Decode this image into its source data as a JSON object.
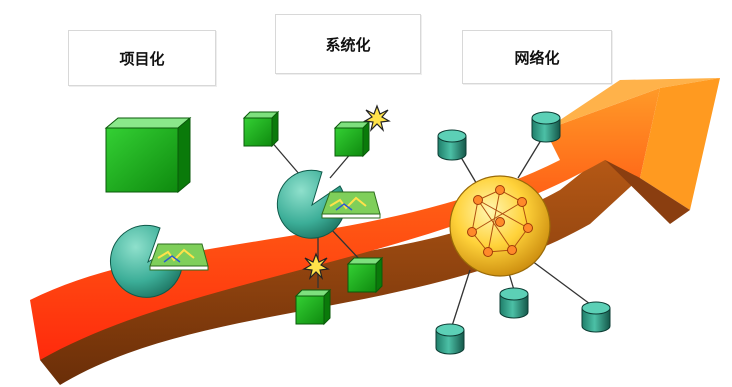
{
  "stages": [
    {
      "label": "项目化"
    },
    {
      "label": "系统化"
    },
    {
      "label": "网络化"
    }
  ],
  "colors": {
    "arrow_top": "#ff8c1a",
    "arrow_mid": "#ff5a14",
    "arrow_bottom": "#ff2f10",
    "arrow_side": "#9c4a12",
    "arrow_head": "#ffa52a",
    "module_green": "#18b418",
    "module_green_dark": "#0a6e0a",
    "cylinder_teal": "#2a9c84",
    "cylinder_teal_dark": "#165e50",
    "pie_teal": "#3cae98",
    "map_green": "#7fcf5a",
    "network_gold": "#ffd23a",
    "node_orange": "#ff8a2a",
    "link_gray": "#333333"
  },
  "icons": [
    "cube-icon",
    "pie-chart-icon",
    "map-icon",
    "spark-icon",
    "cylinder-icon",
    "network-globe-icon"
  ]
}
